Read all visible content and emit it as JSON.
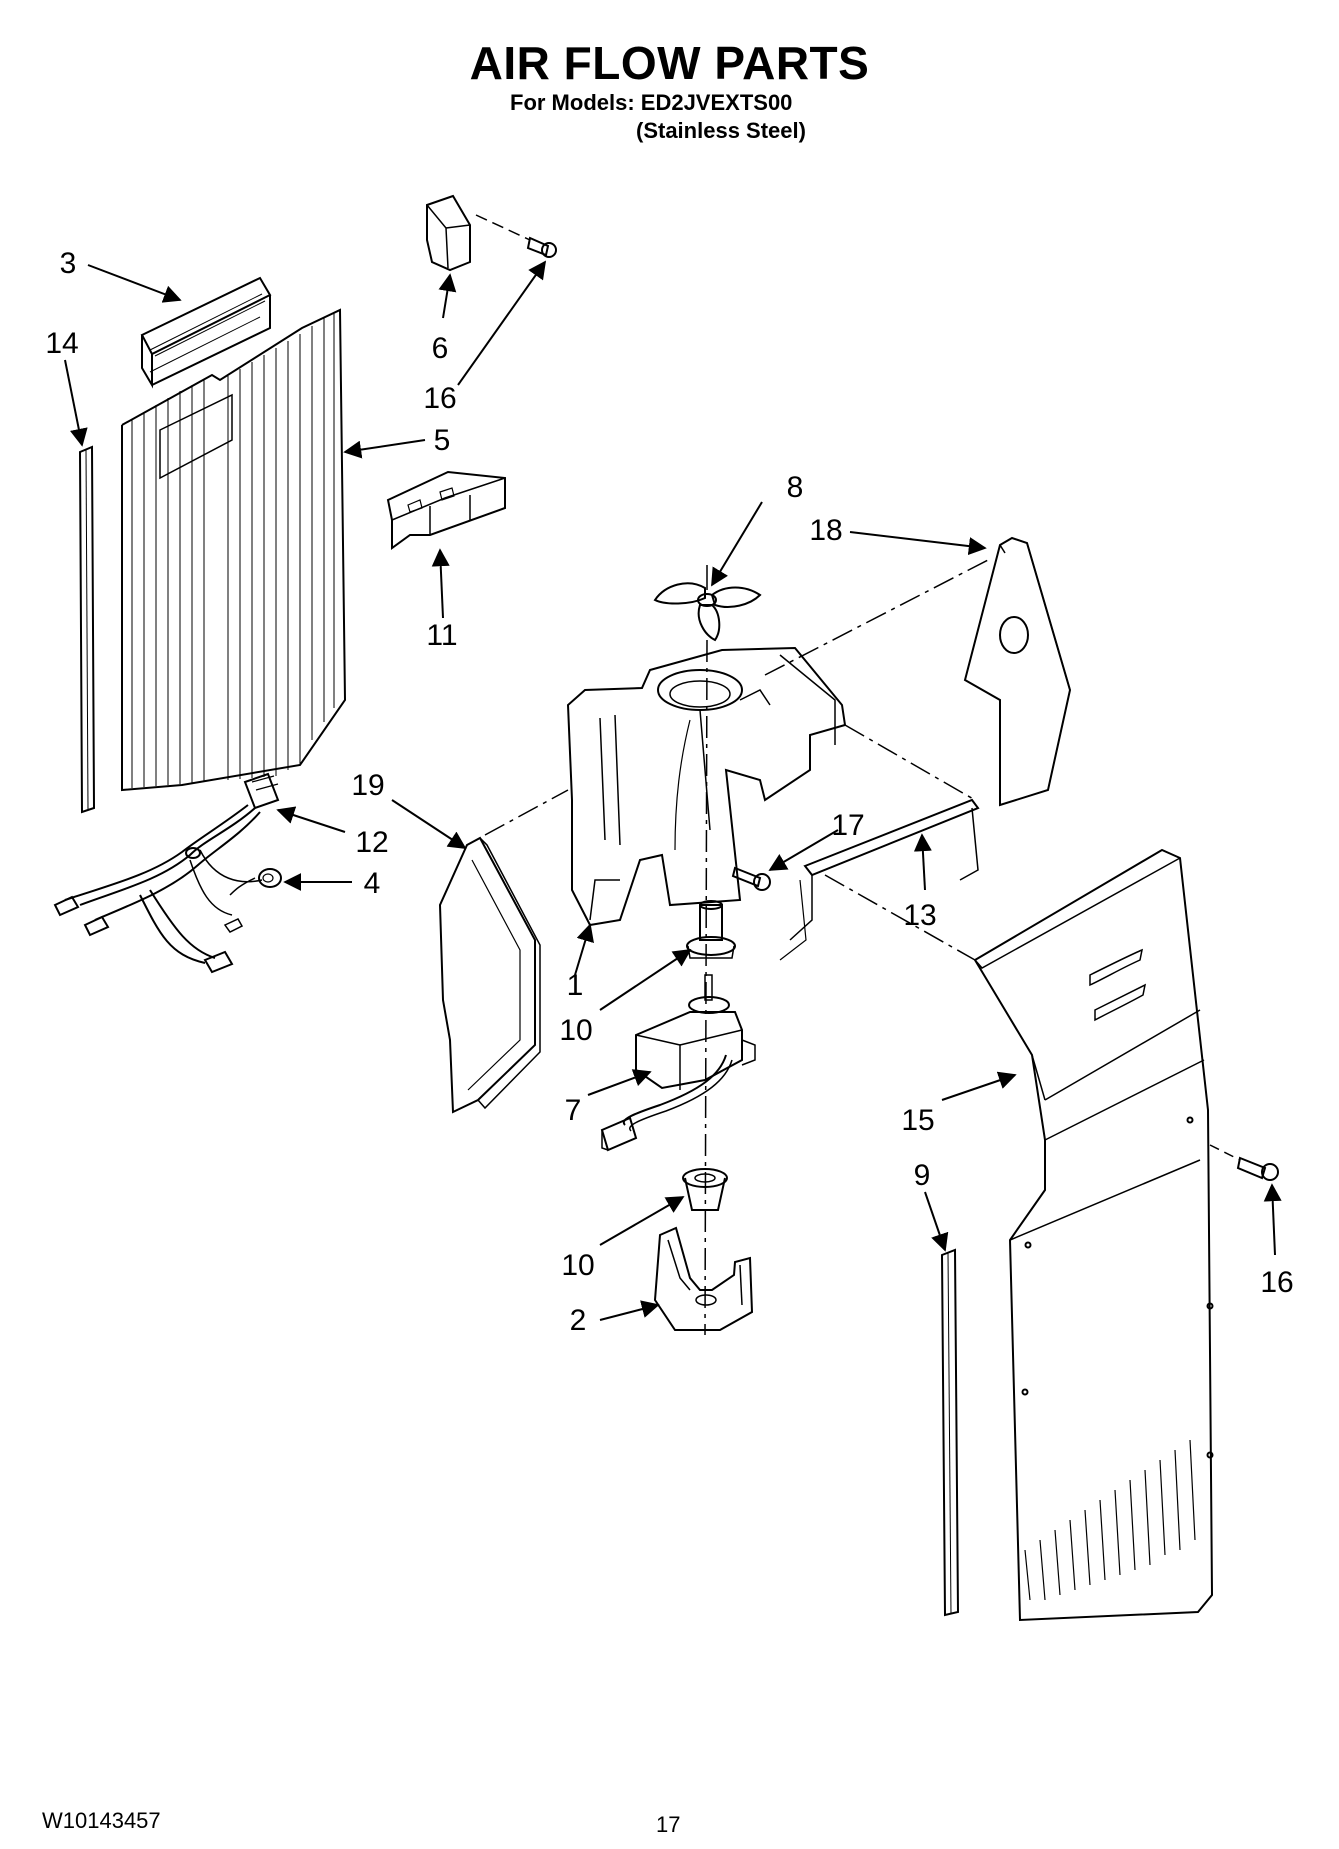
{
  "header": {
    "title": "AIR FLOW PARTS",
    "models_line": "For Models: ED2JVEXTS00",
    "variant_line": "(Stainless Steel)"
  },
  "footer": {
    "doc_number": "W10143457",
    "page_number": "17"
  },
  "part_callouts": [
    "1",
    "2",
    "3",
    "4",
    "5",
    "6",
    "7",
    "8",
    "9",
    "10",
    "11",
    "12",
    "13",
    "14",
    "15",
    "16",
    "17",
    "18",
    "19"
  ],
  "callouts": {
    "c3": "3",
    "c14": "14",
    "c6": "6",
    "c16a": "16",
    "c5": "5",
    "c11": "11",
    "c8": "8",
    "c18": "18",
    "c19": "19",
    "c12": "12",
    "c4": "4",
    "c17": "17",
    "c13": "13",
    "c1": "1",
    "c10a": "10",
    "c7": "7",
    "c15": "15",
    "c9": "9",
    "c16b": "16",
    "c10b": "10",
    "c2": "2"
  }
}
